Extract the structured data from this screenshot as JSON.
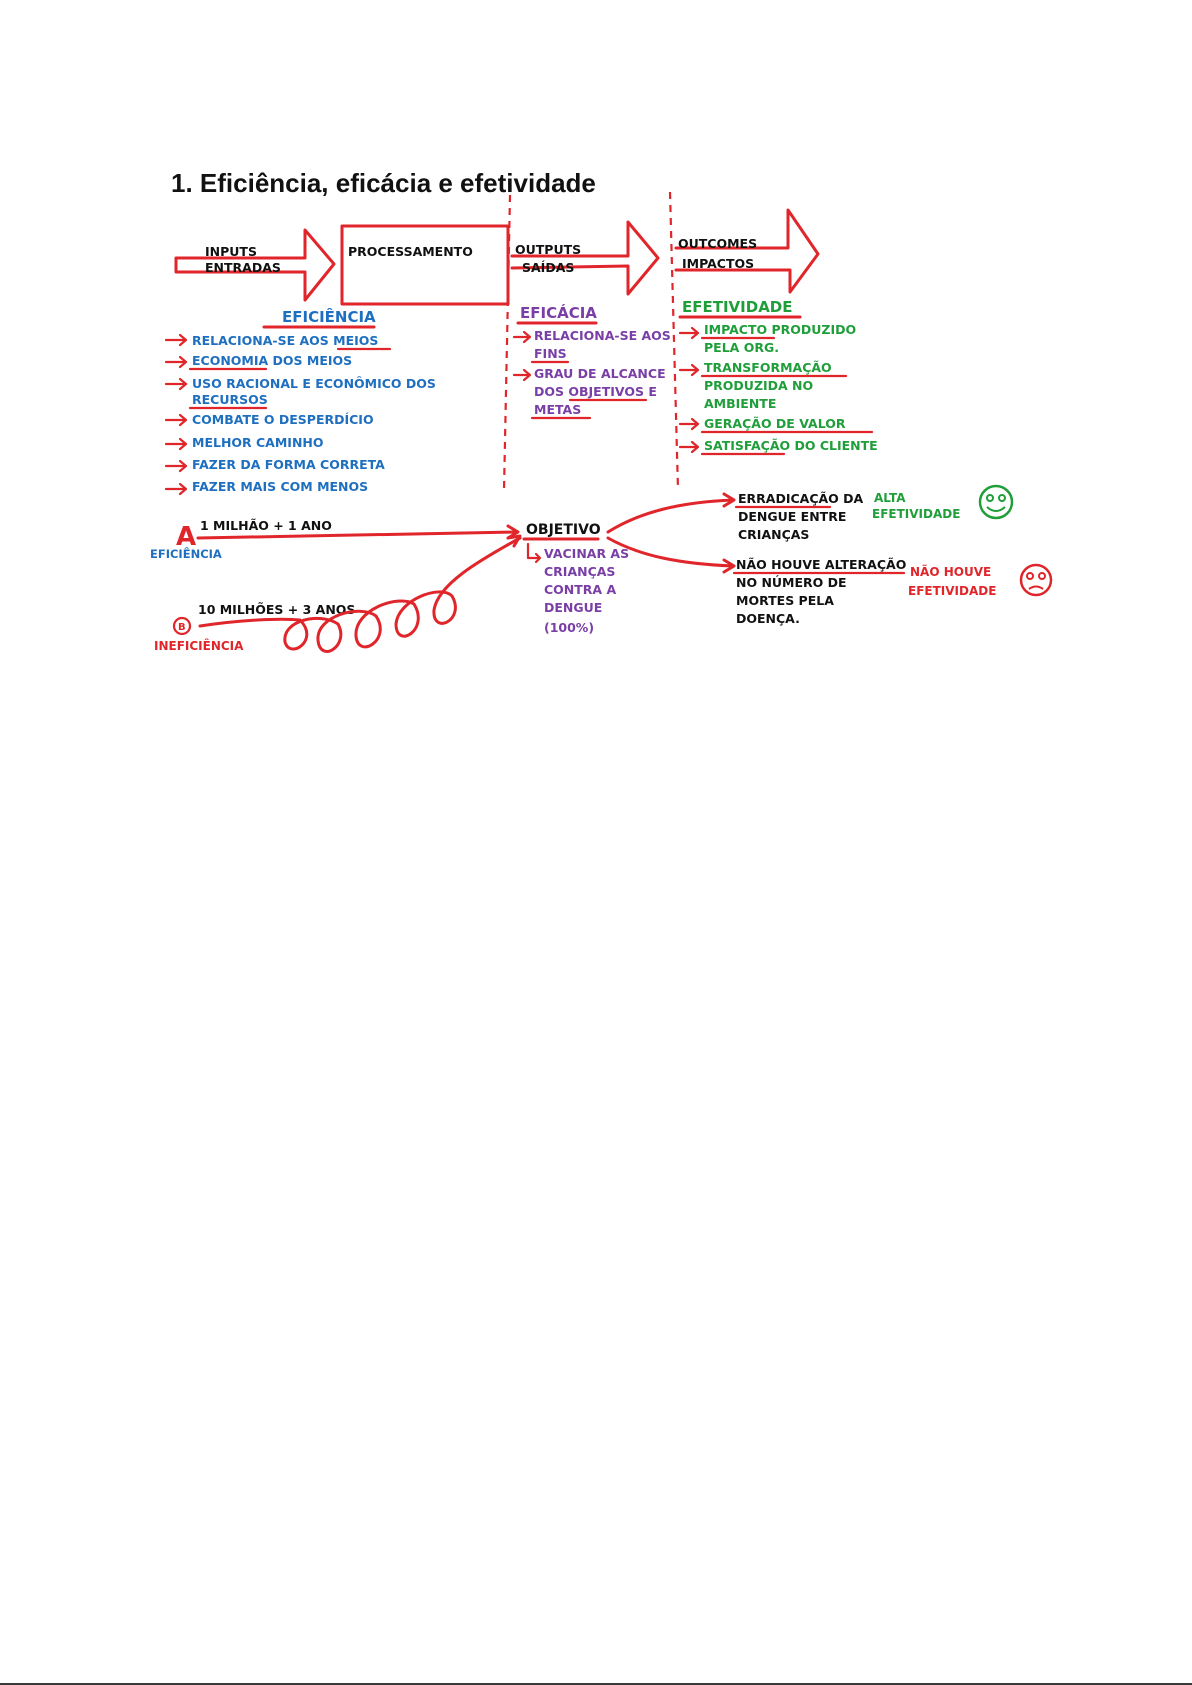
{
  "title": "1. Eficiência, eficácia e efetividade",
  "colors": {
    "red": "#e0262b",
    "blue": "#1f6fc0",
    "purple": "#7a3fa6",
    "green": "#1f9e3a",
    "black": "#111111"
  },
  "flow": {
    "inputs_1": "INPUTS",
    "inputs_2": "ENTRADAS",
    "processing": "PROCESSAMENTO",
    "outputs_1": "OUTPUTS",
    "outputs_2": "SAÍDAS",
    "outcomes_1": "OUTCOMES",
    "outcomes_2": "IMPACTOS"
  },
  "efficiency": {
    "heading": "EFICIÊNCIA",
    "items": [
      "RELACIONA-SE AOS MEIOS",
      "ECONOMIA DOS MEIOS",
      "USO RACIONAL E ECONÔMICO DOS",
      "RECURSOS",
      "COMBATE O DESPERDÍCIO",
      "MELHOR CAMINHO",
      "FAZER DA FORMA CORRETA",
      "FAZER MAIS COM MENOS"
    ]
  },
  "efficacy": {
    "heading": "EFICÁCIA",
    "lines": [
      "RELACIONA-SE AOS",
      "FINS",
      "GRAU DE ALCANCE",
      "DOS OBJETIVOS E",
      "METAS"
    ]
  },
  "effectiveness": {
    "heading": "EFETIVIDADE",
    "lines": [
      "IMPACTO PRODUZIDO",
      "PELA ORG.",
      "TRANSFORMAÇÃO",
      "PRODUZIDA NO",
      "AMBIENTE",
      "GERAÇÃO DE VALOR",
      "SATISFAÇÃO DO CLIENTE"
    ]
  },
  "example": {
    "a_letter": "A",
    "a_cost": "1 MILHÃO + 1 ANO",
    "a_label": "EFICIÊNCIA",
    "b_letter": "B",
    "b_cost": "10 MILHÕES + 3 ANOS",
    "b_label": "INEFICIÊNCIA",
    "objective": "OBJETIVO",
    "objective_lines": [
      "VACINAR AS",
      "CRIANÇAS",
      "CONTRA A",
      "DENGUE",
      "(100%)"
    ],
    "outcome_good_lines": [
      "ERRADICAÇÃO DA",
      "DENGUE ENTRE",
      "CRIANÇAS"
    ],
    "outcome_good_label_1": "ALTA",
    "outcome_good_label_2": "EFETIVIDADE",
    "outcome_bad_lines": [
      "NÃO HOUVE ALTERAÇÃO",
      "NO NÚMERO DE",
      "MORTES PELA",
      "DOENÇA."
    ],
    "outcome_bad_label_1": "NÃO HOUVE",
    "outcome_bad_label_2": "EFETIVIDADE"
  }
}
